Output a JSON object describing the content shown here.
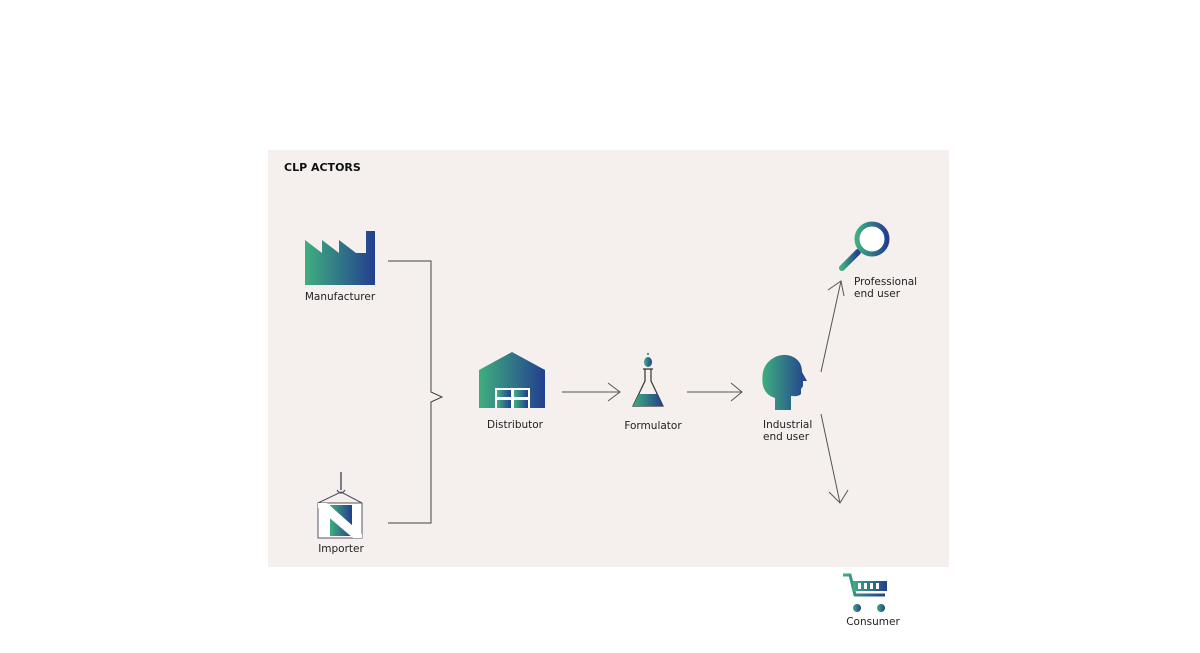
{
  "title": "CLP ACTORS",
  "actors": {
    "manufacturer": {
      "label": "Manufacturer",
      "icon": "factory-icon"
    },
    "importer": {
      "label": "Importer",
      "icon": "container-crane-icon"
    },
    "distributor": {
      "label": "Distributor",
      "icon": "warehouse-icon"
    },
    "formulator": {
      "label": "Formulator",
      "icon": "flask-icon"
    },
    "industrial": {
      "label_line1": "Industrial",
      "label_line2": "end user",
      "icon": "head-icon"
    },
    "professional": {
      "label_line1": "Professional",
      "label_line2": "end user",
      "icon": "magnifier-icon"
    },
    "consumer": {
      "label": "Consumer",
      "icon": "shopping-cart-icon"
    }
  },
  "colors": {
    "panel": "#f5f0ee",
    "gradient_start": "#3fae7f",
    "gradient_end": "#233f8f",
    "line": "#444444"
  }
}
